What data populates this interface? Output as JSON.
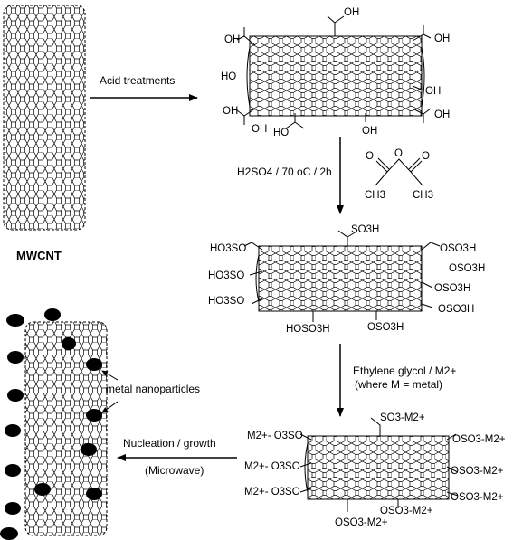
{
  "mwcnt_label": "MWCNT",
  "steps": {
    "acid": "Acid treatments",
    "sulfuric": "H2SO4 / 70 oC / 2h",
    "ethylene_line1": "Ethylene glycol / M2+",
    "ethylene_line2": "(where M = metal)",
    "nucleation": "Nucleation / growth",
    "microwave": "(Microwave)"
  },
  "metal_label": "metal nanoparticles",
  "carboxyl_groups": [
    "OH",
    "OH",
    "OH",
    "OH",
    "HO",
    "OH",
    "HO",
    "OH",
    "OH",
    "OH"
  ],
  "anhydride": {
    "methyl_left": "CH3",
    "methyl_right": "CH3",
    "carbonyl": "O",
    "bridge": "O"
  },
  "sulfonated_groups": [
    "SO3H",
    "HO3SO",
    "OSO3H",
    "HO3SO",
    "HO3SO",
    "OSO3H",
    "OSO3H",
    "HOSO3H",
    "OSO3H",
    "OSO3H"
  ],
  "metal_groups": [
    "SO3-M2+",
    "M2+- O3SO",
    "OSO3-M2+",
    "M2+- O3SO",
    "OSO3-M2+",
    "M2+- O3SO",
    "OSO3-M2+",
    "OSO3-M2+",
    "OSO3-M2+"
  ]
}
